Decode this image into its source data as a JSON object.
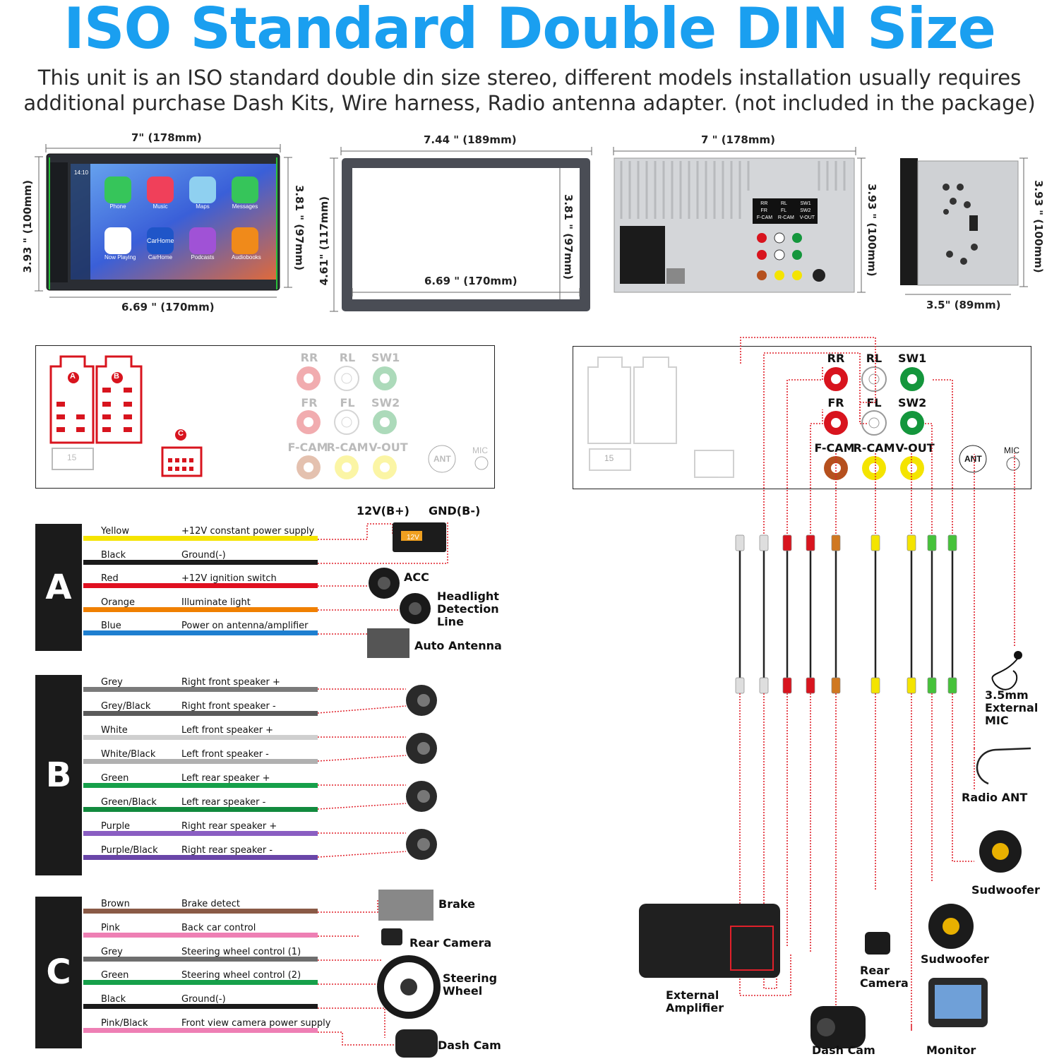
{
  "header": {
    "title": "ISO Standard Double DIN Size",
    "subtitle_line1": "This unit is an ISO standard double din size stereo, different models installation usually requires",
    "subtitle_line2": "additional purchase Dash Kits, Wire harness, Radio antenna adapter. (not included in the package)"
  },
  "dimensions": {
    "front_width": "7\" (178mm)",
    "front_height": "3.93 \" (100mm)",
    "front_screen_height": "3.81 \" (97mm)",
    "front_screen_width": "6.69 \" (170mm)",
    "frame_width": "7.44 \" (189mm)",
    "frame_height": "4.61\" (117mm)",
    "frame_inner_height": "3.81 \" (97mm)",
    "frame_inner_width": "6.69 \" (170mm)",
    "back_width": "7 \" (178mm)",
    "back_height": "3.93 \" (100mm)",
    "side_height": "3.93 \" (100mm)",
    "side_depth": "3.5\" (89mm)"
  },
  "screen": {
    "time": "14:10",
    "apps": [
      "Phone",
      "Music",
      "Maps",
      "Messages",
      "Now Playing",
      "CarHome",
      "Podcasts",
      "Audiobooks"
    ],
    "carhome_tile": "CarHome"
  },
  "back_label": {
    "row1": [
      "RR",
      "RL",
      "SW1"
    ],
    "row2": [
      "FR",
      "FL",
      "SW2"
    ],
    "row3": [
      "F-CAM",
      "R-CAM",
      "V-OUT"
    ]
  },
  "panel": {
    "ports_row1": [
      "RR",
      "RL",
      "SW1"
    ],
    "ports_row2": [
      "FR",
      "FL",
      "SW2"
    ],
    "ports_row3": [
      "F-CAM",
      "R-CAM",
      "V-OUT"
    ],
    "ant": "ANT",
    "mic": "MIC",
    "conn_a": "A",
    "conn_b": "B",
    "conn_c": "C",
    "iso_num": "15"
  },
  "harness": {
    "A": {
      "letter": "A",
      "wires": [
        {
          "name": "Yellow",
          "func": "+12V constant power supply",
          "color": "#f5e400"
        },
        {
          "name": "Black",
          "func": "Ground(-)",
          "color": "#1a1a1a"
        },
        {
          "name": "Red",
          "func": "+12V ignition switch",
          "color": "#e01020"
        },
        {
          "name": "Orange",
          "func": "Illuminate light",
          "color": "#f08000"
        },
        {
          "name": "Blue",
          "func": "Power on antenna/amplifier",
          "color": "#1e7fd0"
        }
      ]
    },
    "B": {
      "letter": "B",
      "wires": [
        {
          "name": "Grey",
          "func": "Right front speaker +",
          "color": "#7a7a7a"
        },
        {
          "name": "Grey/Black",
          "func": "Right front speaker -",
          "color": "#5a5a5a"
        },
        {
          "name": "White",
          "func": "Left front speaker +",
          "color": "#cfcfcf"
        },
        {
          "name": "White/Black",
          "func": "Left front speaker -",
          "color": "#b0b0b0"
        },
        {
          "name": "Green",
          "func": "Left rear speaker +",
          "color": "#16a04a"
        },
        {
          "name": "Green/Black",
          "func": "Left rear speaker -",
          "color": "#128a3e"
        },
        {
          "name": "Purple",
          "func": "Right rear speaker +",
          "color": "#8a5ec2"
        },
        {
          "name": "Purple/Black",
          "func": "Right rear speaker -",
          "color": "#6a46a8"
        }
      ]
    },
    "C": {
      "letter": "C",
      "wires": [
        {
          "name": "Brown",
          "func": "Brake detect",
          "color": "#8a5a46"
        },
        {
          "name": "Pink",
          "func": "Back car control",
          "color": "#ee7fb4"
        },
        {
          "name": "Grey",
          "func": "Steering wheel control (1)",
          "color": "#6e6e6e"
        },
        {
          "name": "Green",
          "func": "Steering wheel control (2)",
          "color": "#16a04a"
        },
        {
          "name": "Black",
          "func": "Ground(-)",
          "color": "#1a1a1a"
        },
        {
          "name": "Pink/Black",
          "func": "Front view camera power supply",
          "color": "#ee7fb4"
        }
      ]
    }
  },
  "devices_left": {
    "v12": "12V(B+)",
    "gnd": "GND(B-)",
    "battery": "12V",
    "acc": "ACC",
    "headlight1": "Headlight",
    "headlight2": "Detection",
    "headlight3": "Line",
    "antenna": "Auto Antenna",
    "brake": "Brake",
    "rear_camera": "Rear Camera",
    "steering1": "Steering",
    "steering2": "Wheel",
    "dashcam": "Dash Cam"
  },
  "devices_right": {
    "mic1": "3.5mm",
    "mic2": "External",
    "mic3": "MIC",
    "radio_ant": "Radio ANT",
    "sub1": "Sudwoofer",
    "sub2": "Sudwoofer",
    "amp1": "External",
    "amp2": "Amplifier",
    "rearcam1": "Rear",
    "rearcam2": "Camera",
    "dashcam": "Dash Cam",
    "monitor": "Monitor"
  },
  "colors": {
    "accent": "#1a9ff0",
    "dotted_red": "#e0202a",
    "rca_red": "#d8141e",
    "rca_white": "#ffffff",
    "rca_green": "#14963c",
    "rca_brown": "#b5501e",
    "rca_yellow": "#f4e400"
  }
}
